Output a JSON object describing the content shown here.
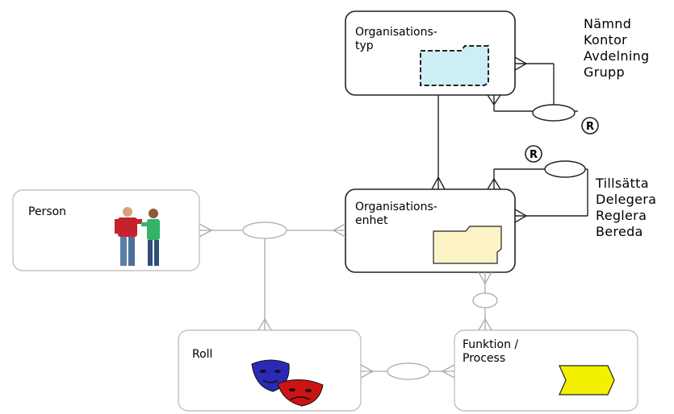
{
  "entities": {
    "organisationstyp": "Organisations-\ntyp",
    "organisationsenhet": "Organisations-\nenhet",
    "person": "Person",
    "roll": "Roll",
    "funktion": "Funktion /\nProcess"
  },
  "notes": {
    "typ_levels": "Nämnd\nKontor\nAvdelning\nGrupp",
    "enhet_relations": "Tillsätta\nDelegera\nReglera\nBereda"
  },
  "markers": {
    "r_top": "R",
    "r_mid": "R"
  },
  "colors": {
    "box_border": "#222222",
    "box_border_light": "#b8b8b8",
    "typ_icon_fill": "#cdeef5",
    "enhet_icon_fill": "#fbf3c6",
    "process_fill": "#f3f000"
  }
}
